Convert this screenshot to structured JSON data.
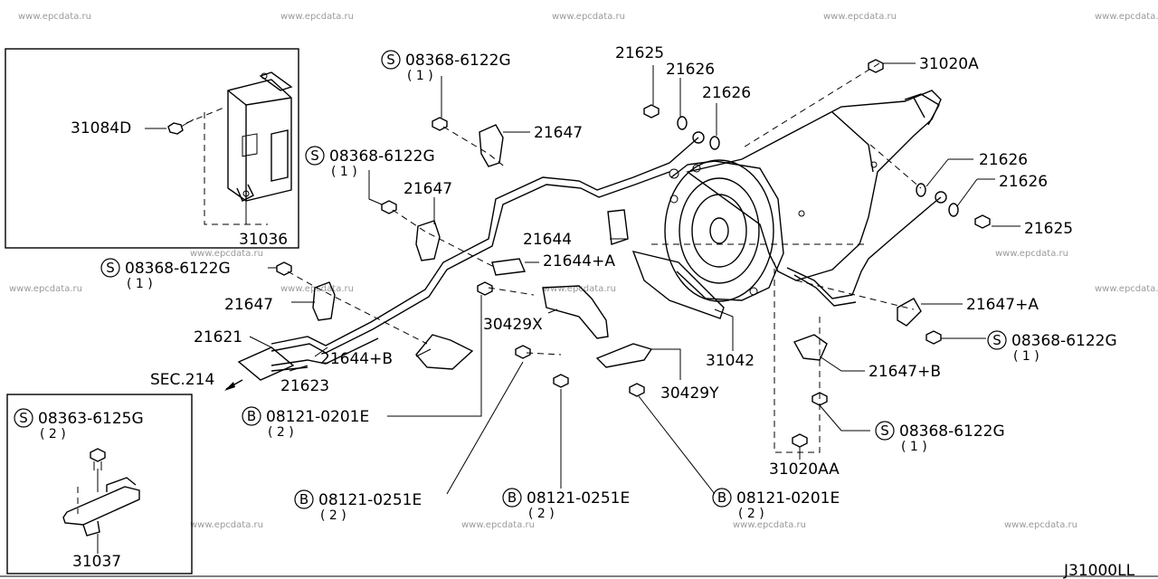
{
  "watermark": "www.epcdata.ru",
  "diagram_code": "J31000LL",
  "direction_ref": "SEC.214",
  "callouts": [
    {
      "id": "c-31084d",
      "label": "31084D"
    },
    {
      "id": "c-31036",
      "label": "31036"
    },
    {
      "id": "c-top-bolt",
      "prefix": "S",
      "label": "08368-6122G",
      "qty": "( 1 )"
    },
    {
      "id": "c-21647-a",
      "label": "21647"
    },
    {
      "id": "c-mid-bolt",
      "prefix": "S",
      "label": "08368-6122G",
      "qty": "( 1 )"
    },
    {
      "id": "c-21647-b",
      "label": "21647"
    },
    {
      "id": "c-left-bolt",
      "prefix": "S",
      "label": "08368-6122G",
      "qty": "( 1 )"
    },
    {
      "id": "c-21647-c",
      "label": "21647"
    },
    {
      "id": "c-21625-top",
      "label": "21625"
    },
    {
      "id": "c-21626-1",
      "label": "21626"
    },
    {
      "id": "c-21626-2",
      "label": "21626"
    },
    {
      "id": "c-31020a",
      "label": "31020A"
    },
    {
      "id": "c-21626-3",
      "label": "21626"
    },
    {
      "id": "c-21626-4",
      "label": "21626"
    },
    {
      "id": "c-21625-right",
      "label": "21625"
    },
    {
      "id": "c-21644",
      "label": "21644"
    },
    {
      "id": "c-21644a",
      "label": "21644+A"
    },
    {
      "id": "c-21647a",
      "label": "21647+A"
    },
    {
      "id": "c-right-bolt-1",
      "prefix": "S",
      "label": "08368-6122G",
      "qty": "( 1 )"
    },
    {
      "id": "c-21621",
      "label": "21621"
    },
    {
      "id": "c-21644b",
      "label": "21644+B"
    },
    {
      "id": "c-21623",
      "label": "21623"
    },
    {
      "id": "c-30429x",
      "label": "30429X"
    },
    {
      "id": "c-31042",
      "label": "31042"
    },
    {
      "id": "c-30429y",
      "label": "30429Y"
    },
    {
      "id": "c-21647b",
      "label": "21647+B"
    },
    {
      "id": "c-right-bolt-2",
      "prefix": "S",
      "label": "08368-6122G",
      "qty": "( 1 )"
    },
    {
      "id": "c-31020aa",
      "label": "31020AA"
    },
    {
      "id": "c-b-0201-left",
      "prefix": "B",
      "label": "08121-0201E",
      "qty": "( 2 )"
    },
    {
      "id": "c-b-0251-left",
      "prefix": "B",
      "label": "08121-0251E",
      "qty": "( 2 )"
    },
    {
      "id": "c-b-0251-mid",
      "prefix": "B",
      "label": "08121-0251E",
      "qty": "( 2 )"
    },
    {
      "id": "c-b-0201-right",
      "prefix": "B",
      "label": "08121-0201E",
      "qty": "( 2 )"
    },
    {
      "id": "c-inset-bolt",
      "prefix": "S",
      "label": "08363-6125G",
      "qty": "( 2 )"
    },
    {
      "id": "c-31037",
      "label": "31037"
    }
  ]
}
